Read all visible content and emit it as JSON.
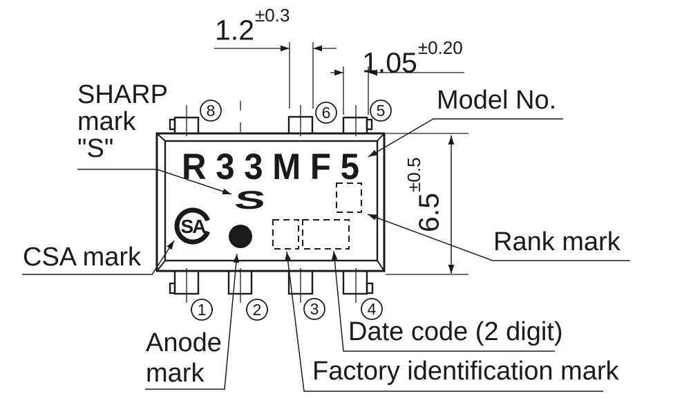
{
  "labels": {
    "sharp_mark": {
      "line1": "SHARP",
      "line2": "mark",
      "line3": "\"S\""
    },
    "model_no": "Model No.",
    "rank_mark": "Rank mark",
    "csa_mark": "CSA mark",
    "anode_mark": {
      "line1": "Anode",
      "line2": "mark"
    },
    "date_code": "Date code (2 digit)",
    "factory_id": "Factory identification mark"
  },
  "dimensions": {
    "lead_width": {
      "value": "1.2",
      "tolerance": "±0.3"
    },
    "end_lead": {
      "value": "1.05",
      "tolerance": "±0.20"
    },
    "package_height": {
      "value": "6.5",
      "tolerance": "±0.5"
    }
  },
  "package_marking": {
    "model_text": "R 3 3 M F 5",
    "sharp_logo": "S",
    "csa_logo": "SA"
  },
  "pins": {
    "top": [
      "8",
      "6",
      "5"
    ],
    "bottom": [
      "1",
      "2",
      "3",
      "4"
    ]
  },
  "colors": {
    "line": "#1a1a1a",
    "background": "#ffffff"
  }
}
